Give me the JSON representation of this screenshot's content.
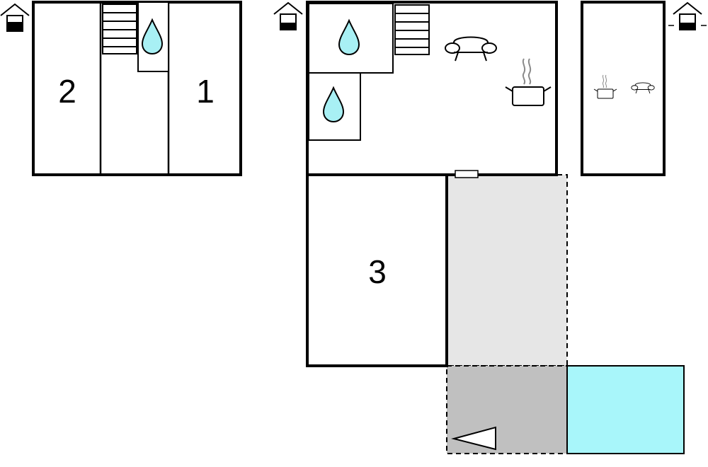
{
  "rooms": {
    "bedroom_2": "2",
    "bedroom_1": "1",
    "bedroom_3": "3"
  },
  "icons": {
    "floor_marker": "house-level-icon",
    "stairs": "stairs-icon",
    "bathroom": "water-drop-icon",
    "living": "sofa-icon",
    "kitchen": "cooking-pot-icon",
    "terrace_direction": "triangle-pointer-icon"
  },
  "colors": {
    "wall": "#000000",
    "water": "#a8f0f4",
    "pool": "#a8f6fa",
    "terrace_light": "#e6e6e6",
    "terrace_dark": "#c0c0c0",
    "smoke": "#8a8a8a"
  }
}
